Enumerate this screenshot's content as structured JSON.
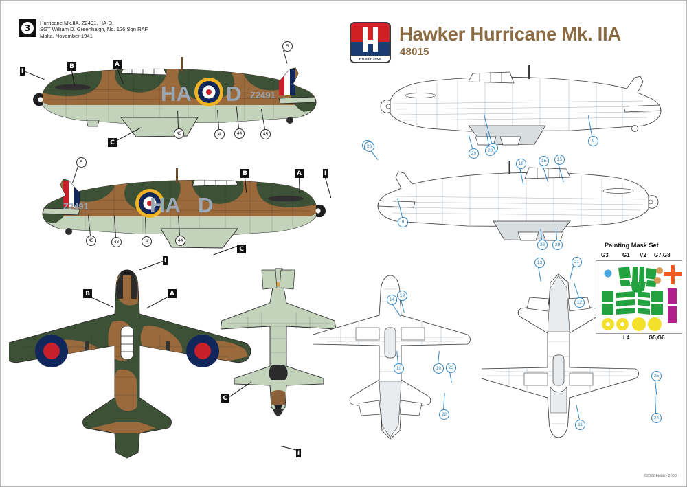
{
  "sheet": {
    "scheme_number": "3",
    "caption_lines": [
      "Hurricane Mk.IIA, Z2491, HA-D,",
      "SGT William D. Greenhalgh, No. 126 Sqn RAF,",
      "Malta, November 1941"
    ],
    "title": "Hawker Hurricane Mk. IIA",
    "kit_number": "48015",
    "brand": "HOBBY 2000",
    "copyright": "©2022 Hobby 2000"
  },
  "colors": {
    "dark_green": "#3d5136",
    "dark_earth": "#9a6a3c",
    "sky": "#c3d3bb",
    "roundel_yellow": "#f0b323",
    "roundel_blue": "#11275c",
    "roundel_red": "#c8202a",
    "code_grey": "#9aa7b4",
    "title_brown": "#8a6b43",
    "callout_blue": "#2f86c5",
    "line_grey": "#3a3a3a",
    "mask_green": "#22a33f",
    "mask_yellow": "#f2e02a",
    "mask_magenta": "#b0208c",
    "mask_orange": "#f05a23",
    "mask_tan": "#d79a5b",
    "mask_cyan": "#4aa8e0"
  },
  "profile_left": {
    "name": "left-side-profile",
    "codes_fwd": "HA",
    "codes_aft": "D",
    "serial": "Z2491",
    "letter_callouts": [
      "I",
      "B",
      "A",
      "C"
    ],
    "number_callouts": [
      "5",
      "43",
      "4",
      "44",
      "45"
    ]
  },
  "profile_right": {
    "name": "right-side-profile",
    "codes_fwd": "HA",
    "codes_aft": "D",
    "serial": "Z2491",
    "letter_callouts": [
      "5",
      "B",
      "A",
      "I",
      "C"
    ],
    "number_callouts": [
      "5",
      "45",
      "43",
      "4",
      "44"
    ]
  },
  "plan_top": {
    "name": "upper-surface-plan",
    "letter_callouts": [
      "I",
      "B",
      "A"
    ]
  },
  "plan_bottom": {
    "name": "lower-surface-plan",
    "letter_callouts": [
      "C",
      "I"
    ]
  },
  "tech_profile_upper": {
    "name": "technical-left-profile",
    "number_callouts": [
      "17",
      "28",
      "29",
      "9",
      "26"
    ]
  },
  "tech_profile_lower": {
    "name": "technical-right-profile",
    "number_callouts": [
      "26",
      "18",
      "16",
      "15",
      "9",
      "28",
      "29"
    ]
  },
  "tech_plan_upper": {
    "name": "technical-upper-plan",
    "number_callouts": [
      "14",
      "19",
      "10",
      "10",
      "23",
      "22"
    ]
  },
  "tech_plan_lower": {
    "name": "technical-lower-plan",
    "number_callouts": [
      "13",
      "21",
      "12",
      "11",
      "25",
      "24"
    ]
  },
  "mask_set": {
    "title": "Painting Mask Set",
    "top_labels": [
      "G3",
      "G1",
      "V2",
      "G7,G8"
    ],
    "bottom_labels": [
      "L4",
      "G5,G6"
    ]
  }
}
